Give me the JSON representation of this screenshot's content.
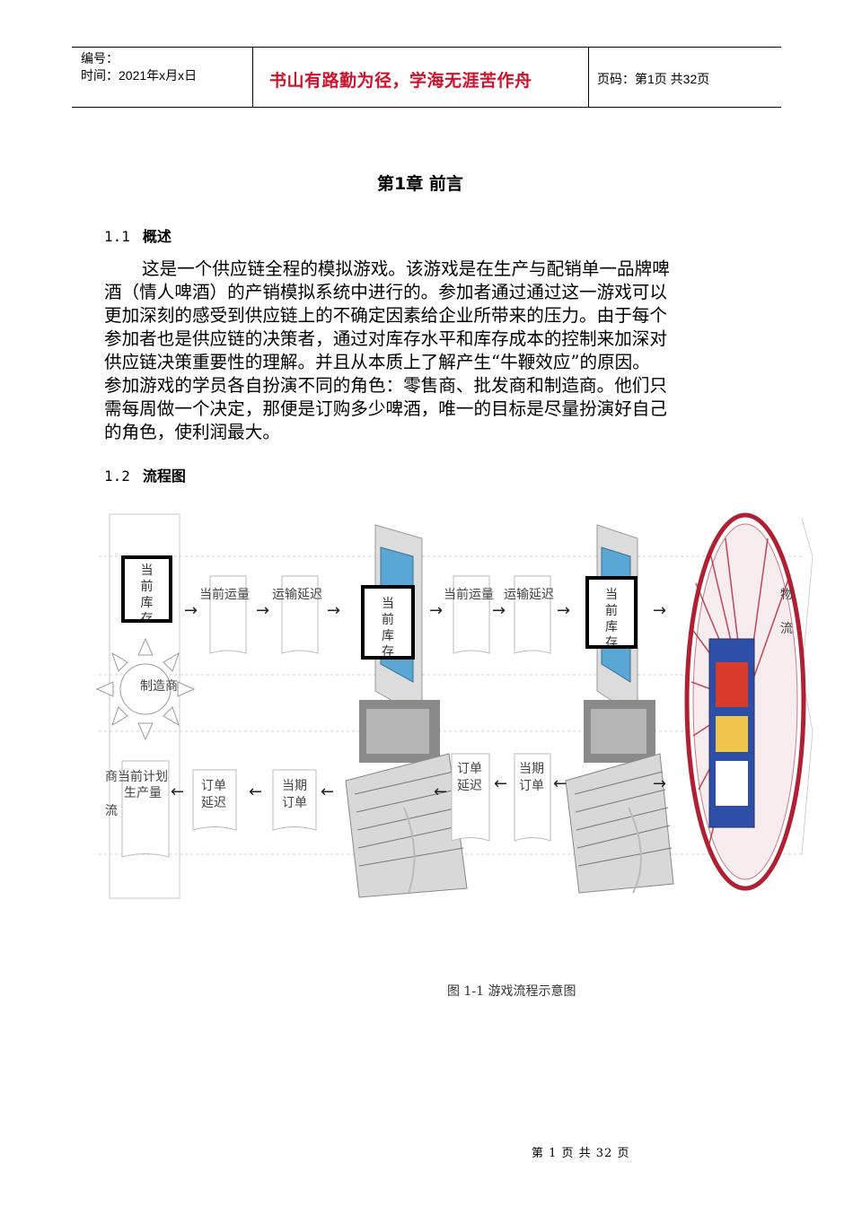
{
  "header": {
    "serial_label": "编号：",
    "time_label": "时间：2021年x月x日",
    "motto": "书山有路勤为径，学海无涯苦作舟",
    "page_info": "页码：第1页  共32页"
  },
  "chapter_title": "第1章  前言",
  "section_1": {
    "number": "1.1",
    "title": "概述",
    "lines": [
      "这是一个供应链全程的模拟游戏。该游戏是在生产与配销单一品牌啤",
      "酒（情人啤酒）的产销模拟系统中进行的。参加者通过通过这一游戏可以",
      "更加深刻的感受到供应链上的不确定因素给企业所带来的压力。由于每个",
      "参加者也是供应链的决策者，通过对库存水平和库存成本的控制来加深对",
      "供应链决策重要性的理解。并且从本质上了解产生“牛鞭效应”的原因。",
      "参加游戏的学员各自扮演不同的角色：零售商、批发商和制造商。他们只",
      "需每周做一个决定，那便是订购多少啤酒，唯一的目标是尽量扮演好自己",
      "的角色，使利润最大。"
    ]
  },
  "section_2": {
    "number": "1.2",
    "title": "流程图"
  },
  "diagram": {
    "inventory_label": "当前库存",
    "inv_chars": [
      "当",
      "前",
      "库",
      "存"
    ],
    "current_shipment": "当前运量",
    "shipping_delay": "运输延迟",
    "manufacturer": "制造商",
    "plan_label": "当前计划生产量",
    "plan_line1": "当前计划",
    "plan_line2": "生产量",
    "order_delay_1": "订单",
    "order_delay_2": "延迟",
    "current_order_1": "当期",
    "current_order_2": "订单",
    "logistics_1": "物",
    "logistics_2": "流",
    "business_flow_1": "商",
    "business_flow_2": "流"
  },
  "caption": "图 1-1 游戏流程示意图",
  "footer": "第 1 页 共 32 页",
  "colors": {
    "motto": "#d0112b",
    "inventory_border": "#000000",
    "computer_screen": "#5aa7d6",
    "disc_red": "#b02033"
  }
}
